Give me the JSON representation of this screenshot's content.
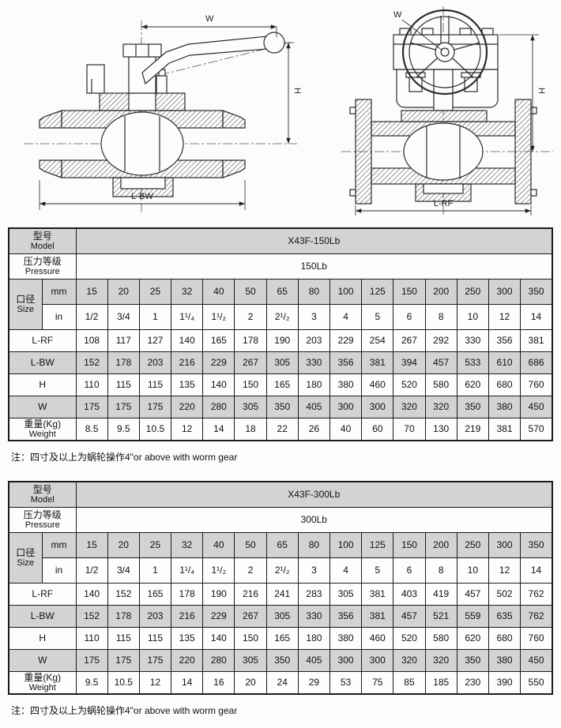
{
  "drawings": {
    "left": {
      "dim_w": "W",
      "dim_h": "H",
      "dim_l": "L-BW"
    },
    "right": {
      "dim_w": "W",
      "dim_h": "H",
      "dim_l": "L-RF"
    }
  },
  "tables": [
    {
      "model_cn": "型号",
      "model_en": "Model",
      "model_value": "X43F-150Lb",
      "pressure_cn": "压力等级",
      "pressure_en": "Pressure",
      "pressure_value": "150Lb",
      "size_cn": "口径",
      "size_en": "Size",
      "mm_label": "mm",
      "in_label": "in",
      "mm_values": [
        "15",
        "20",
        "25",
        "32",
        "40",
        "50",
        "65",
        "80",
        "100",
        "125",
        "150",
        "200",
        "250",
        "300",
        "350"
      ],
      "in_values": [
        "1/2",
        "3/4",
        "1",
        "1¹/₄",
        "1¹/₂",
        "2",
        "2¹/₂",
        "3",
        "4",
        "5",
        "6",
        "8",
        "10",
        "12",
        "14"
      ],
      "rows": [
        {
          "label": "L-RF",
          "values": [
            "108",
            "117",
            "127",
            "140",
            "165",
            "178",
            "190",
            "203",
            "229",
            "254",
            "267",
            "292",
            "330",
            "356",
            "381"
          ]
        },
        {
          "label": "L-BW",
          "values": [
            "152",
            "178",
            "203",
            "216",
            "229",
            "267",
            "305",
            "330",
            "356",
            "381",
            "394",
            "457",
            "533",
            "610",
            "686"
          ]
        },
        {
          "label": "H",
          "values": [
            "110",
            "115",
            "115",
            "135",
            "140",
            "150",
            "165",
            "180",
            "380",
            "460",
            "520",
            "580",
            "620",
            "680",
            "760"
          ]
        },
        {
          "label": "W",
          "values": [
            "175",
            "175",
            "175",
            "220",
            "280",
            "305",
            "350",
            "405",
            "300",
            "300",
            "320",
            "320",
            "350",
            "380",
            "450"
          ]
        },
        {
          "label_cn": "重量(Kg)",
          "label_en": "Weight",
          "values": [
            "8.5",
            "9.5",
            "10.5",
            "12",
            "14",
            "18",
            "22",
            "26",
            "40",
            "60",
            "70",
            "130",
            "219",
            "381",
            "570"
          ]
        }
      ],
      "note": "注：四寸及以上为蜗轮操作4\"or above with worm gear"
    },
    {
      "model_cn": "型号",
      "model_en": "Model",
      "model_value": "X43F-300Lb",
      "pressure_cn": "压力等级",
      "pressure_en": "Pressure",
      "pressure_value": "300Lb",
      "size_cn": "口径",
      "size_en": "Size",
      "mm_label": "mm",
      "in_label": "in",
      "mm_values": [
        "15",
        "20",
        "25",
        "32",
        "40",
        "50",
        "65",
        "80",
        "100",
        "125",
        "150",
        "200",
        "250",
        "300",
        "350"
      ],
      "in_values": [
        "1/2",
        "3/4",
        "1",
        "1¹/₄",
        "1¹/₂",
        "2",
        "2¹/₂",
        "3",
        "4",
        "5",
        "6",
        "8",
        "10",
        "12",
        "14"
      ],
      "rows": [
        {
          "label": "L-RF",
          "values": [
            "140",
            "152",
            "165",
            "178",
            "190",
            "216",
            "241",
            "283",
            "305",
            "381",
            "403",
            "419",
            "457",
            "502",
            "762"
          ]
        },
        {
          "label": "L-BW",
          "values": [
            "152",
            "178",
            "203",
            "216",
            "229",
            "267",
            "305",
            "330",
            "356",
            "381",
            "457",
            "521",
            "559",
            "635",
            "762"
          ]
        },
        {
          "label": "H",
          "values": [
            "110",
            "115",
            "115",
            "135",
            "140",
            "150",
            "165",
            "180",
            "380",
            "460",
            "520",
            "580",
            "620",
            "680",
            "760"
          ]
        },
        {
          "label": "W",
          "values": [
            "175",
            "175",
            "175",
            "220",
            "280",
            "305",
            "350",
            "405",
            "300",
            "300",
            "320",
            "320",
            "350",
            "380",
            "450"
          ]
        },
        {
          "label_cn": "重量(Kg)",
          "label_en": "Weight",
          "values": [
            "9.5",
            "10.5",
            "12",
            "14",
            "16",
            "20",
            "24",
            "29",
            "53",
            "75",
            "85",
            "185",
            "230",
            "390",
            "550"
          ]
        }
      ],
      "note": "注：四寸及以上为蜗轮操作4\"or above with worm gear"
    }
  ]
}
